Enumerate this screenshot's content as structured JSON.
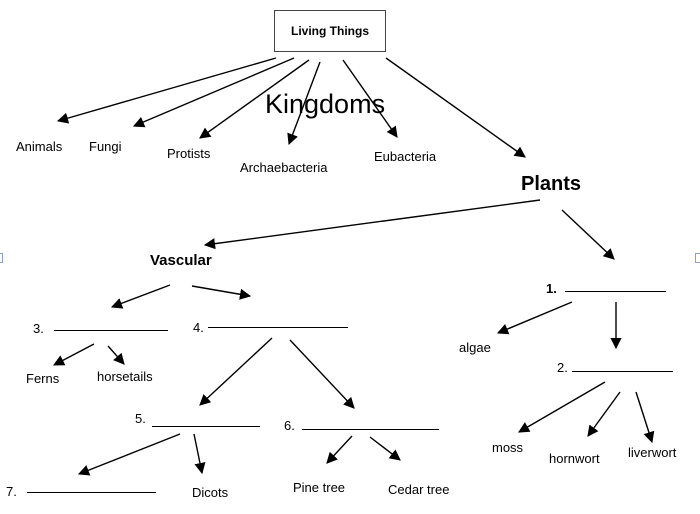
{
  "diagram": {
    "root": "Living Things",
    "kingdoms_label": "Kingdoms",
    "kingdoms": [
      "Animals",
      "Fungi",
      "Protists",
      "Archaebacteria",
      "Eubacteria"
    ],
    "plants": "Plants",
    "vascular": "Vascular",
    "vascular_children": {
      "blank3": "3.",
      "blank4": "4.",
      "ferns": "Ferns",
      "horsetails": "horsetails",
      "blank5": "5.",
      "blank6": "6.",
      "blank7": "7.",
      "dicots": "Dicots",
      "pine_tree": "Pine tree",
      "cedar_tree": "Cedar tree"
    },
    "nonvascular_children": {
      "blank1": "1.",
      "algae": "algae",
      "blank2": "2.",
      "moss": "moss",
      "hornwort": "hornwort",
      "liverwort": "liverwort"
    }
  }
}
